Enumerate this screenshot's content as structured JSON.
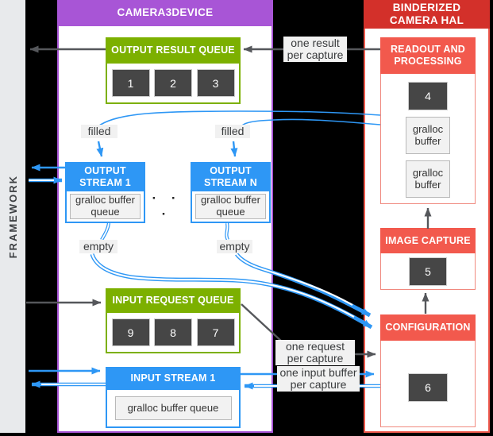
{
  "framework": {
    "label": "FRAMEWORK"
  },
  "camera": {
    "title": "CAMERA3DEVICE",
    "orq": {
      "title": "OUTPUT RESULT QUEUE",
      "slots": [
        "1",
        "2",
        "3"
      ]
    },
    "filled": [
      "filled",
      "filled"
    ],
    "os1": {
      "title": "OUTPUT STREAM 1",
      "buffer": "gralloc buffer queue"
    },
    "dots": "· · ·",
    "osn": {
      "title": "OUTPUT STREAM N",
      "buffer": "gralloc buffer queue"
    },
    "empty": [
      "empty",
      "empty"
    ],
    "irq": {
      "title": "INPUT REQUEST QUEUE",
      "slots": [
        "9",
        "8",
        "7"
      ]
    },
    "is1": {
      "title": "INPUT STREAM 1",
      "buffer": "gralloc buffer queue"
    }
  },
  "hal": {
    "title": "BINDERIZED CAMERA HAL",
    "readout": {
      "title": "READOUT AND PROCESSING",
      "slot": "4",
      "buffers": [
        "gralloc buffer",
        "gralloc buffer"
      ]
    },
    "capture": {
      "title": "IMAGE CAPTURE",
      "slot": "5"
    },
    "config": {
      "title": "CONFIGURATION",
      "slot": "6"
    }
  },
  "labels": {
    "one_result": "one result per capture",
    "one_request": "one request per capture",
    "one_input": "one input buffer per capture"
  },
  "colors": {
    "purple_header": "#a855d6",
    "red_header": "#d3302a",
    "salmon_header": "#f2594d",
    "green_header": "#7cb000",
    "blue_header": "#2e97f5",
    "slot_dark": "#464646",
    "label_bg": "#f1f1f1",
    "rail_bg": "#e8eaec",
    "arrow_gray": "#55575b",
    "arrow_blue": "#2e97f5"
  }
}
